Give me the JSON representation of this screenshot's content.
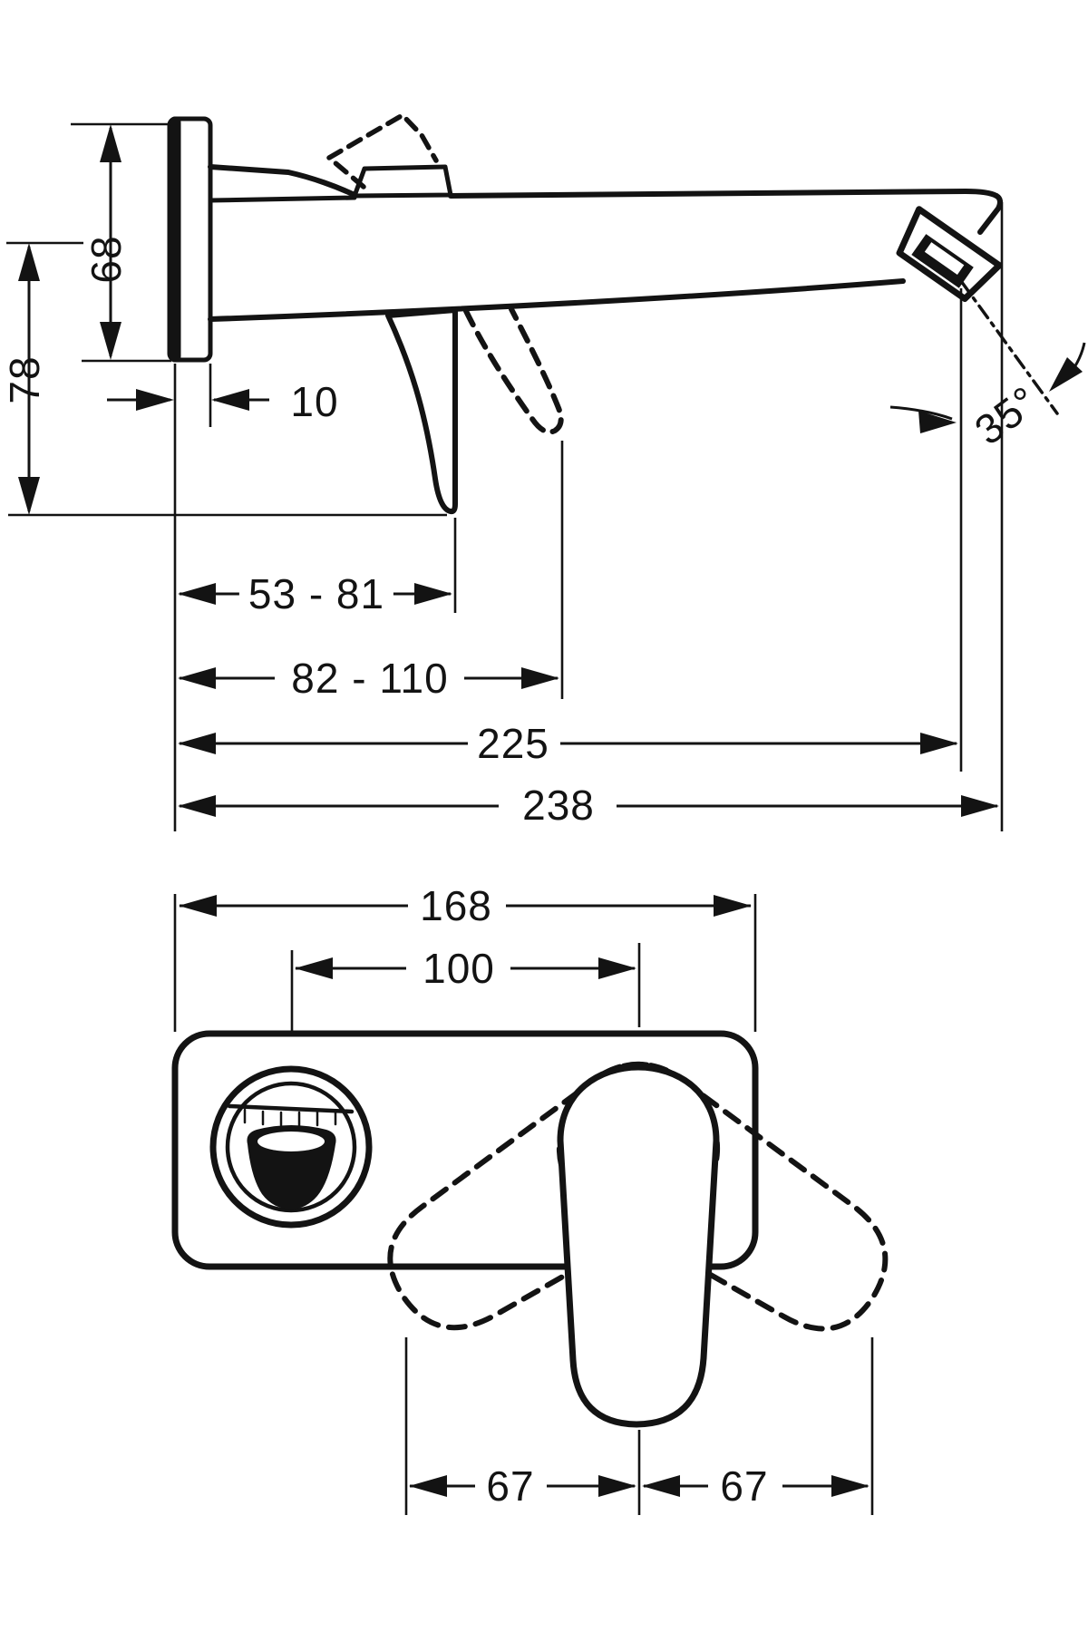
{
  "colors": {
    "background": "#ffffff",
    "ink": "#131313"
  },
  "side_view": {
    "dims": {
      "plate_height": "68",
      "outlet_to_lever_drop": "78",
      "plate_depth": "10",
      "lever_reach_range": "53 - 81",
      "lever_open_reach_range": "82 - 110",
      "outlet_projection": "225",
      "total_projection": "238",
      "outlet_angle": "35°"
    }
  },
  "front_view": {
    "dims": {
      "plate_width": "168",
      "outlet_to_handle_axis": "100",
      "handle_swing_left": "67",
      "handle_swing_right": "67"
    }
  }
}
